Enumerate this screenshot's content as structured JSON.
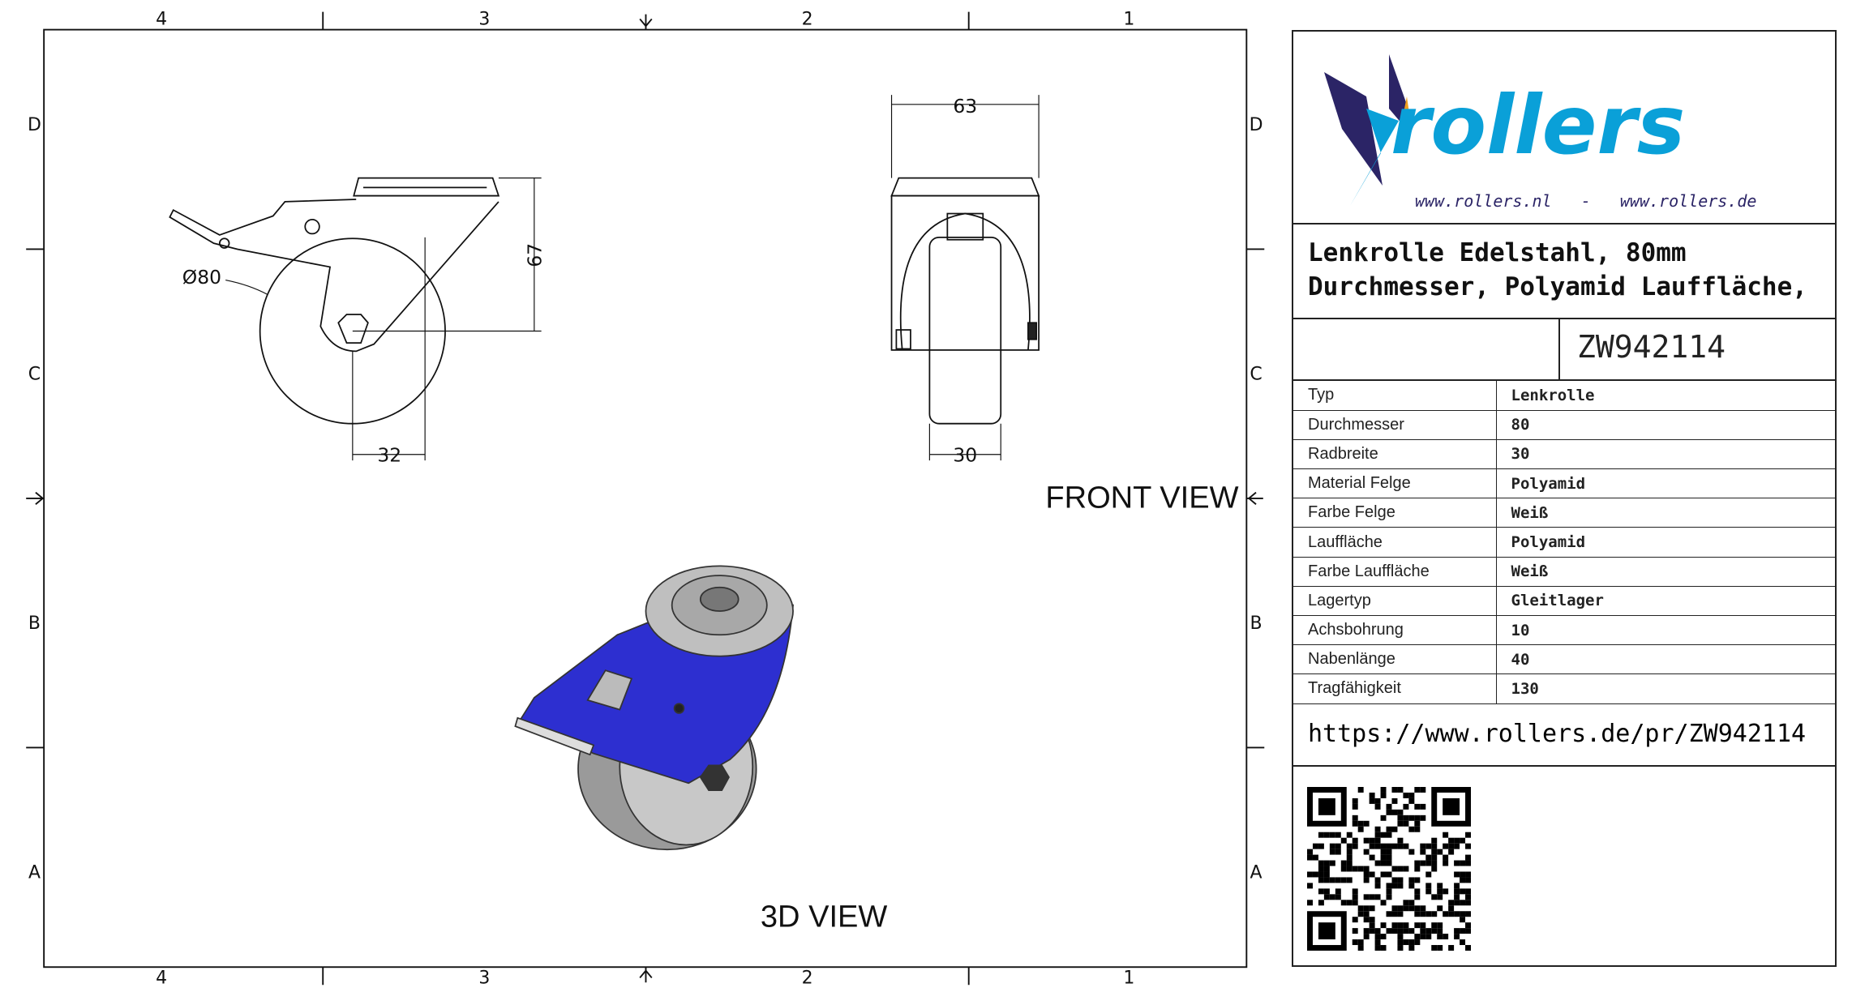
{
  "frame": {
    "columns": [
      "4",
      "3",
      "2",
      "1"
    ],
    "rows": [
      "D",
      "C",
      "B",
      "A"
    ]
  },
  "views": {
    "front_view_label": "FRONT VIEW",
    "iso_view_label": "3D VIEW",
    "dimensions": {
      "diameter": "Ø80",
      "height": "67",
      "offset": "32",
      "plate_width": "63",
      "wheel_width": "30"
    }
  },
  "titleblock": {
    "logo_text": "rollers",
    "logo_urls": "www.rollers.nl   -   www.rollers.de",
    "title_line1": "Lenkrolle Edelstahl, 80mm",
    "title_line2": "Durchmesser, Polyamid Lauffläche,",
    "part_number": "ZW942114",
    "specs": [
      {
        "key": "Typ",
        "value": "Lenkrolle"
      },
      {
        "key": "Durchmesser",
        "value": "80"
      },
      {
        "key": "Radbreite",
        "value": "30"
      },
      {
        "key": "Material Felge",
        "value": "Polyamid"
      },
      {
        "key": "Farbe Felge",
        "value": "Weiß"
      },
      {
        "key": "Lauffläche",
        "value": "Polyamid"
      },
      {
        "key": "Farbe Lauffläche",
        "value": "Weiß"
      },
      {
        "key": "Lagertyp",
        "value": "Gleitlager"
      },
      {
        "key": "Achsbohrung",
        "value": "10"
      },
      {
        "key": "Nabenlänge",
        "value": "40"
      },
      {
        "key": "Tragfähigkeit",
        "value": "130"
      }
    ],
    "url": "https://www.rollers.de/pr/ZW942114"
  },
  "colors": {
    "logo_blue": "#0aa0d8",
    "logo_dark": "#2b2466",
    "logo_orange": "#f0a020",
    "bracket_blue": "#2d2fd0"
  }
}
